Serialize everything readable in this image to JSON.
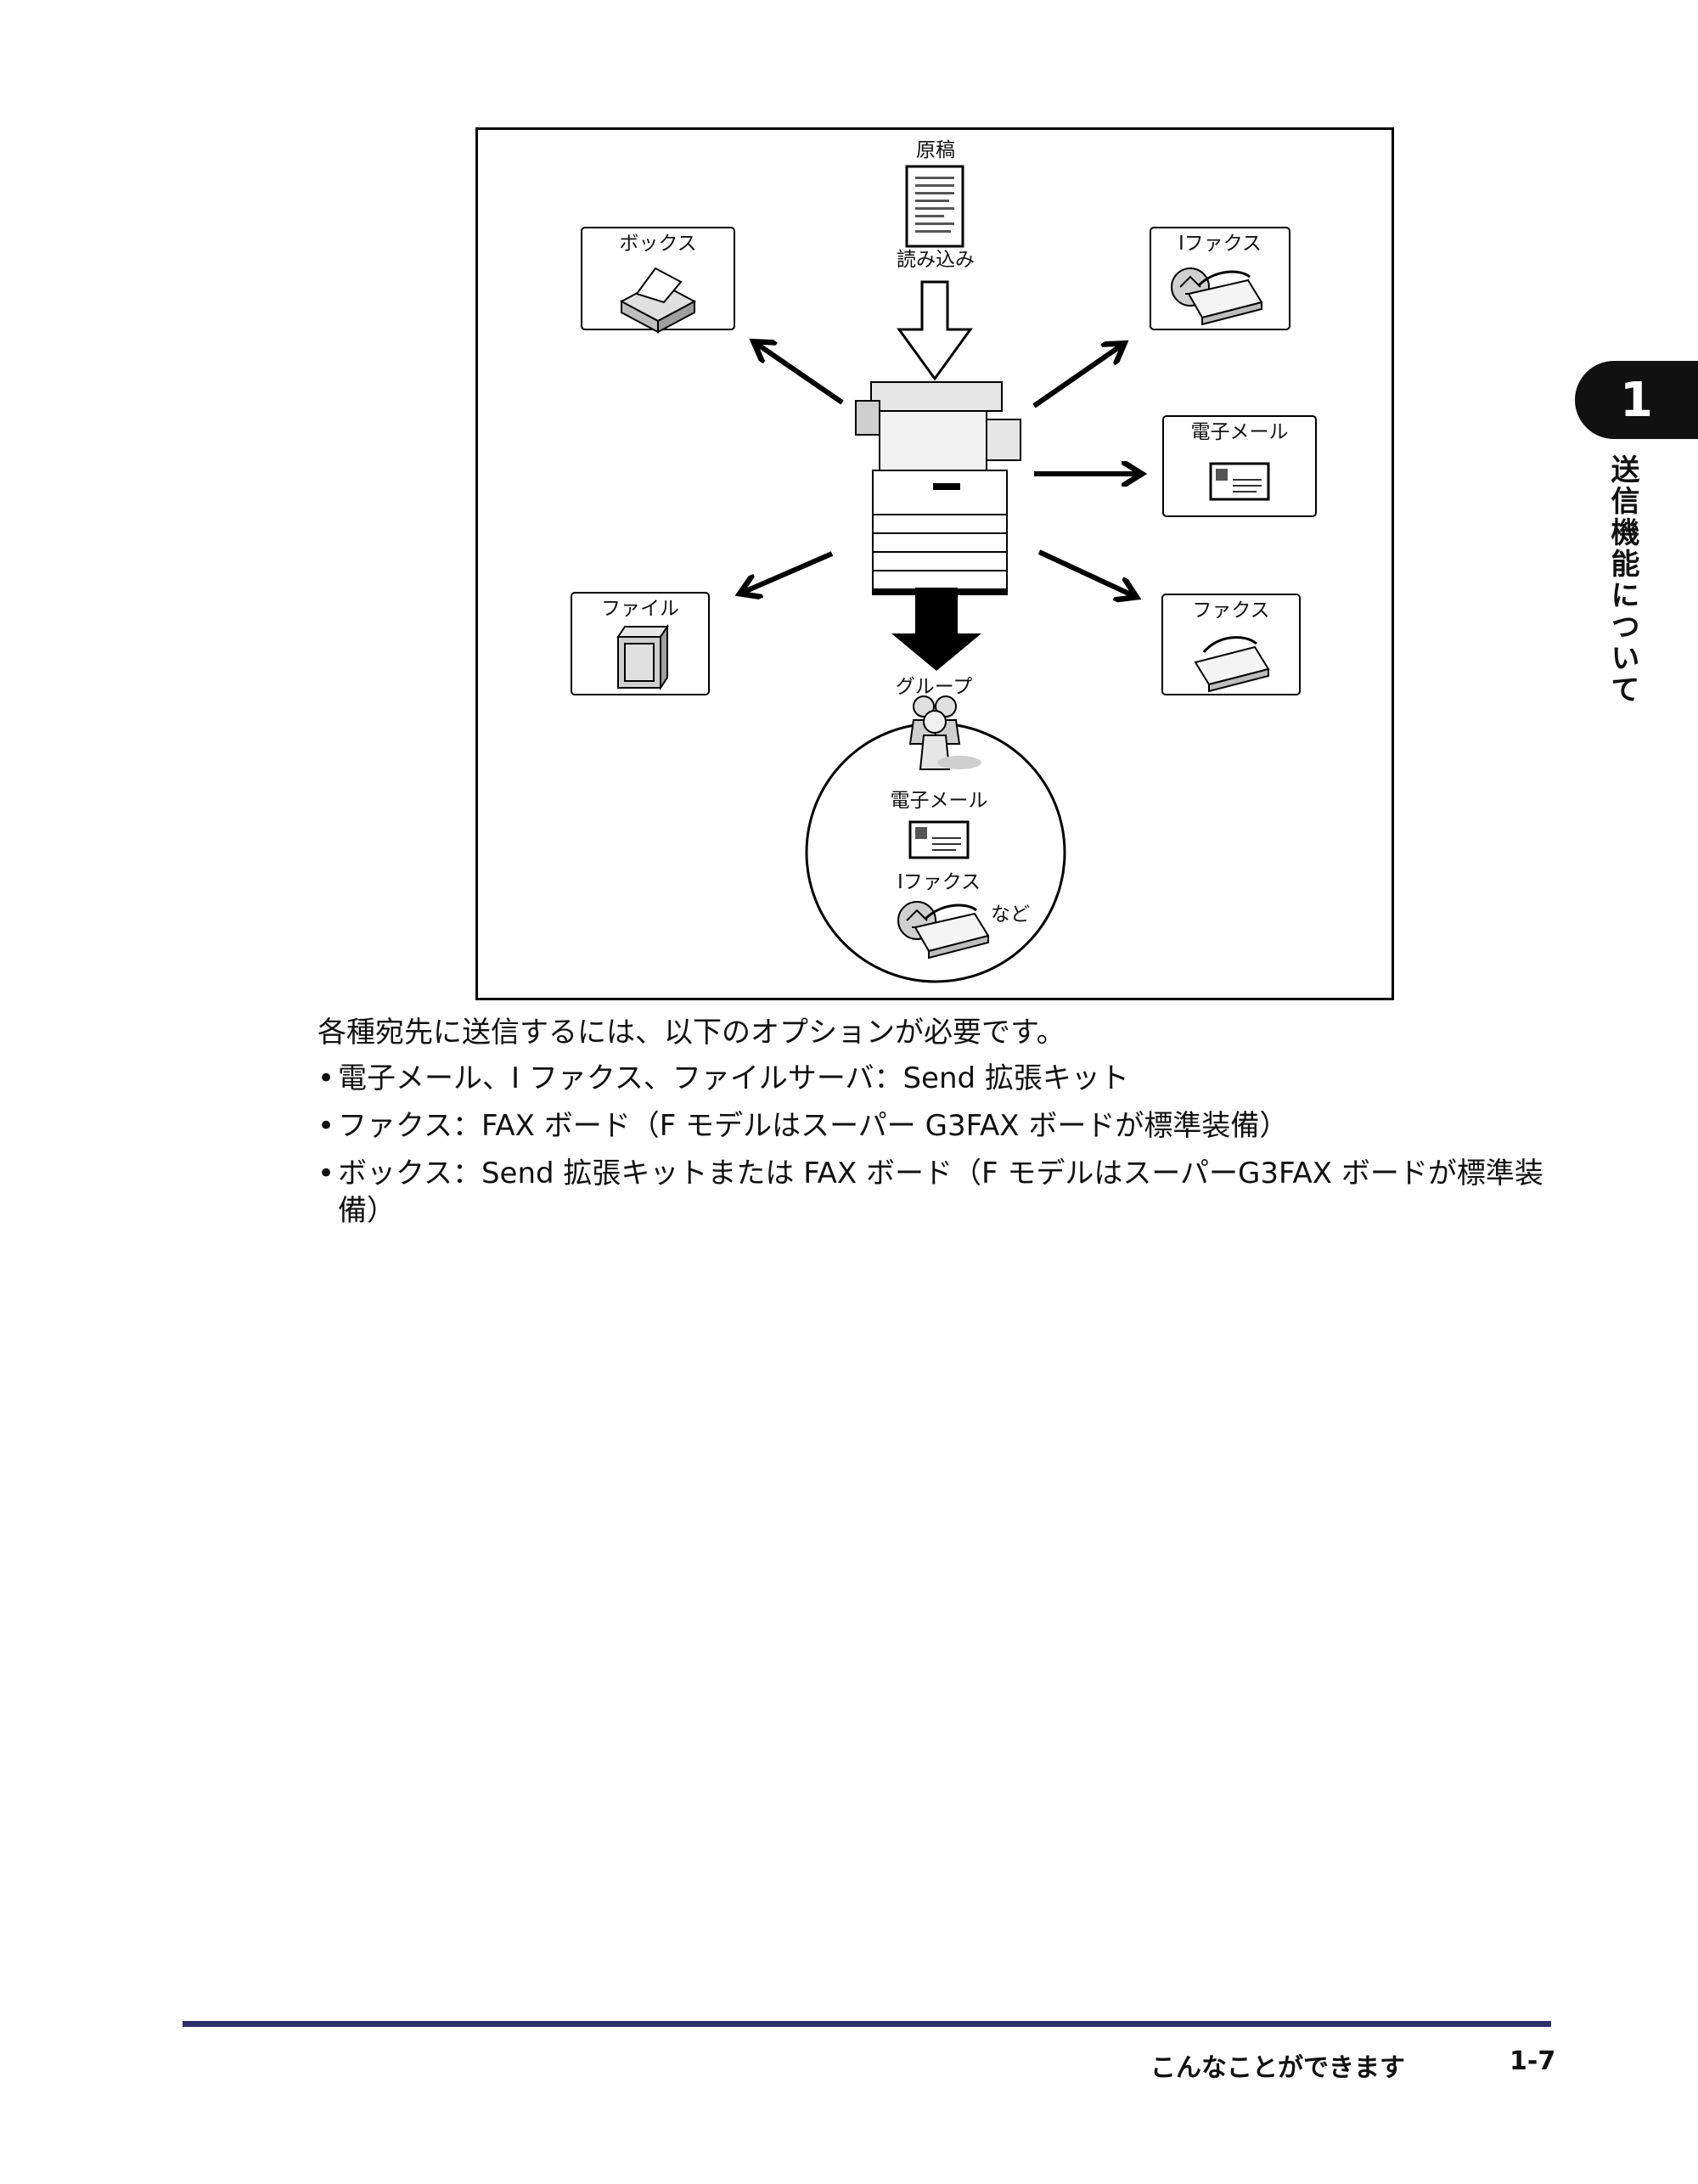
{
  "diagram": {
    "source_label": "原稿",
    "scan_label": "読み込み",
    "destinations": {
      "box": "ボックス",
      "ifax_top": "Iファクス",
      "email": "電子メール",
      "file": "ファイル",
      "fax": "ファクス"
    },
    "group": {
      "label": "グループ",
      "email": "電子メール",
      "ifax": "Iファクス",
      "etc": "など"
    }
  },
  "intro_text": "各種宛先に送信するには、以下のオプションが必要です。",
  "bullets": [
    "電子メール、I ファクス、ファイルサーバ：Send 拡張キット",
    "ファクス：FAX ボード（F モデルはスーパー G3FAX ボードが標準装備）",
    "ボックス：Send 拡張キットまたは FAX ボード（F モデルはスーパーG3FAX ボードが標準装備）"
  ],
  "side": {
    "chapter_number": "1",
    "chapter_title": "送信機能について"
  },
  "footer": {
    "section": "こんなことができます",
    "page": "1-7"
  },
  "colors": {
    "footer_rule": "#2e2d6c",
    "tab": "#111111"
  }
}
